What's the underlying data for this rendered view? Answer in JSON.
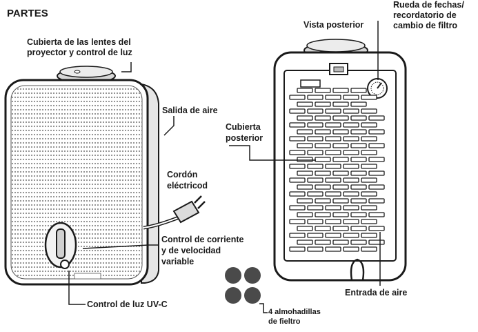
{
  "title": "PARTES",
  "labels": {
    "lens_cover_l1": "Cubierta de las lentes del",
    "lens_cover_l2": "proyector y control de luz",
    "air_outlet": "Salida de aire",
    "cord_l1": "Cordón",
    "cord_l2": "eléctricod",
    "power_speed_l1": "Control de corriente",
    "power_speed_l2": "y de velocidad",
    "power_speed_l3": "variable",
    "uvc_control": "Control de luz UV-C",
    "rear_view": "Vista posterior",
    "date_wheel_l1": "Rueda de fechas/",
    "date_wheel_l2": "recordatorio de",
    "date_wheel_l3": "cambio de filtro",
    "rear_cover_l1": "Cubierta",
    "rear_cover_l2": "posterior",
    "air_inlet": "Entrada de aire",
    "felt_pads_l1": "4 almohadillas",
    "felt_pads_l2": "de fieltro"
  },
  "colors": {
    "ink": "#1a1a1a",
    "felt": "#4a4a4a",
    "mesh": "#9a9a9a"
  }
}
